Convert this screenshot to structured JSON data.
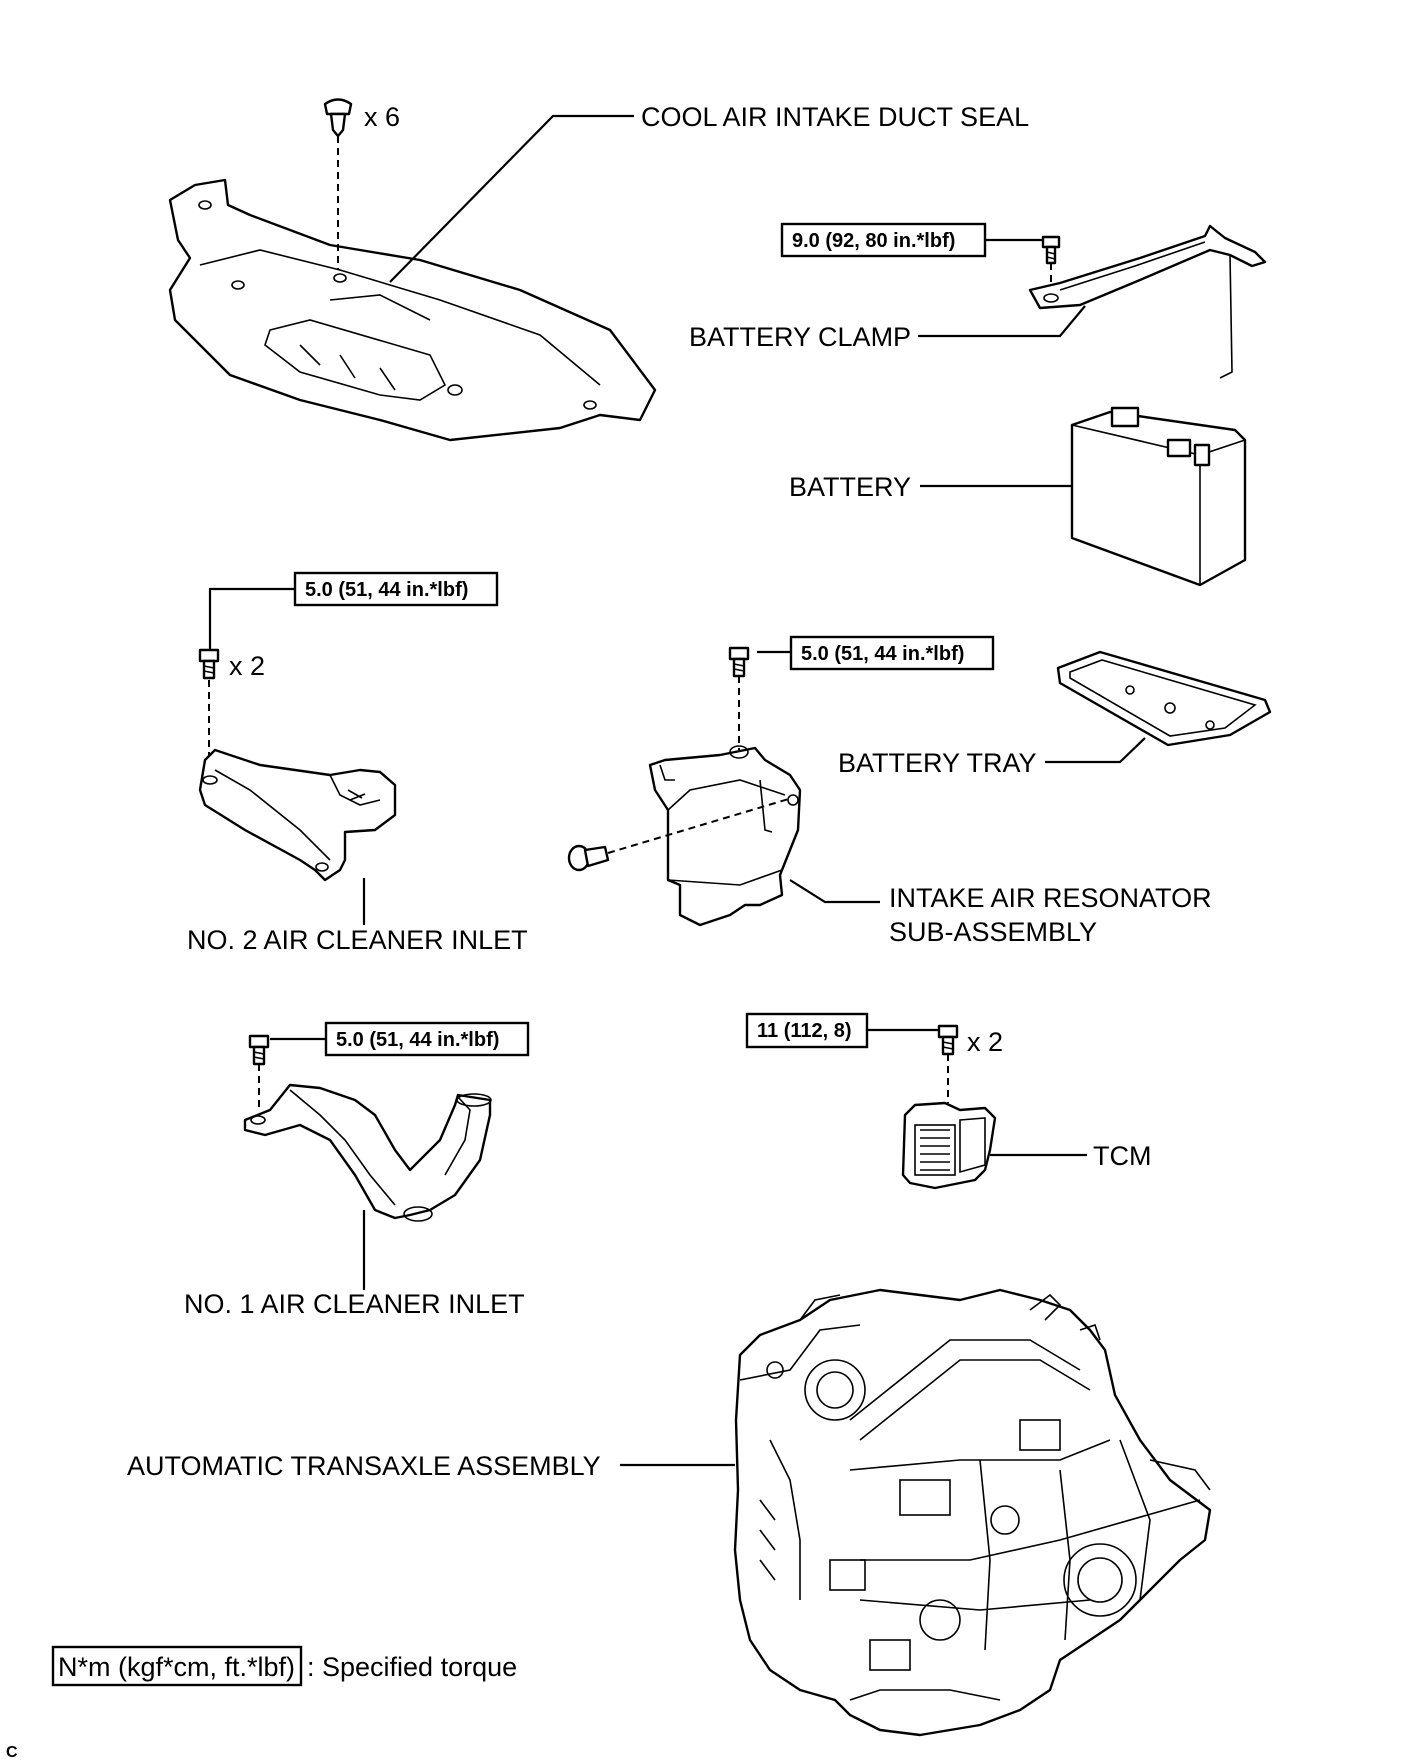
{
  "labels": {
    "cool_air_intake_duct_seal": "COOL AIR INTAKE DUCT SEAL",
    "battery_clamp": "BATTERY CLAMP",
    "battery": "BATTERY",
    "battery_tray": "BATTERY TRAY",
    "no2_air_cleaner_inlet": "NO. 2 AIR CLEANER INLET",
    "intake_air_resonator_line1": "INTAKE AIR RESONATOR",
    "intake_air_resonator_line2": "SUB-ASSEMBLY",
    "no1_air_cleaner_inlet": "NO. 1 AIR CLEANER INLET",
    "tcm": "TCM",
    "automatic_transaxle_assembly": "AUTOMATIC TRANSAXLE ASSEMBLY"
  },
  "torques": {
    "battery_clamp": "9.0 (92, 80 in.*lbf)",
    "no2_air_cleaner_inlet": "5.0 (51, 44 in.*lbf)",
    "intake_air_resonator": "5.0 (51, 44 in.*lbf)",
    "no1_air_cleaner_inlet": "5.0 (51, 44 in.*lbf)",
    "tcm": "11 (112, 8)"
  },
  "quantities": {
    "duct_seal_clips": "x 6",
    "no2_inlet_bolts": "x 2",
    "tcm_bolts": "x 2"
  },
  "legend": {
    "unit_box": "N*m (kgf*cm, ft.*lbf)",
    "description": ": Specified torque"
  },
  "corner_mark": "C"
}
